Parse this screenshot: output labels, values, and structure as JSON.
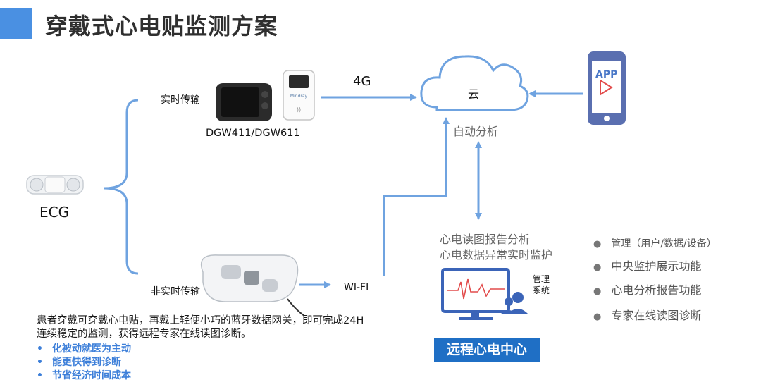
{
  "title": "穿戴式心电贴监测方案",
  "labels": {
    "realtime": "实时传输",
    "non_realtime": "非实时传输",
    "gateway_model": "DGW411/DGW611",
    "ecg": "ECG",
    "net_4g": "4G",
    "wifi": "WI-FI",
    "cloud": "云",
    "auto_analysis": "自动分析",
    "app": "APP",
    "report_analysis": "心电读图报告分析",
    "anomaly_monitor": "心电数据异常实时监护",
    "mgmt_line1": "管理",
    "mgmt_line2": "系统",
    "remote_center": "远程心电中心"
  },
  "description": "患者穿戴可穿戴心电贴，再戴上轻便小巧的蓝牙数据网关，即可完成24H连续稳定的监测，获得远程专家在线读图诊断。",
  "benefits": [
    "化被动就医为主动",
    "能更快得到诊断",
    "节省经济时间成本"
  ],
  "features": [
    "管理（用户/数据/设备）",
    "中央监护展示功能",
    "心电分析报告功能",
    "专家在线读图诊断"
  ],
  "colors": {
    "accent": "#4a90e2",
    "arrow": "#6fa3e0",
    "center_box": "#1f6fc5",
    "benefit_text": "#3d7fd9"
  }
}
